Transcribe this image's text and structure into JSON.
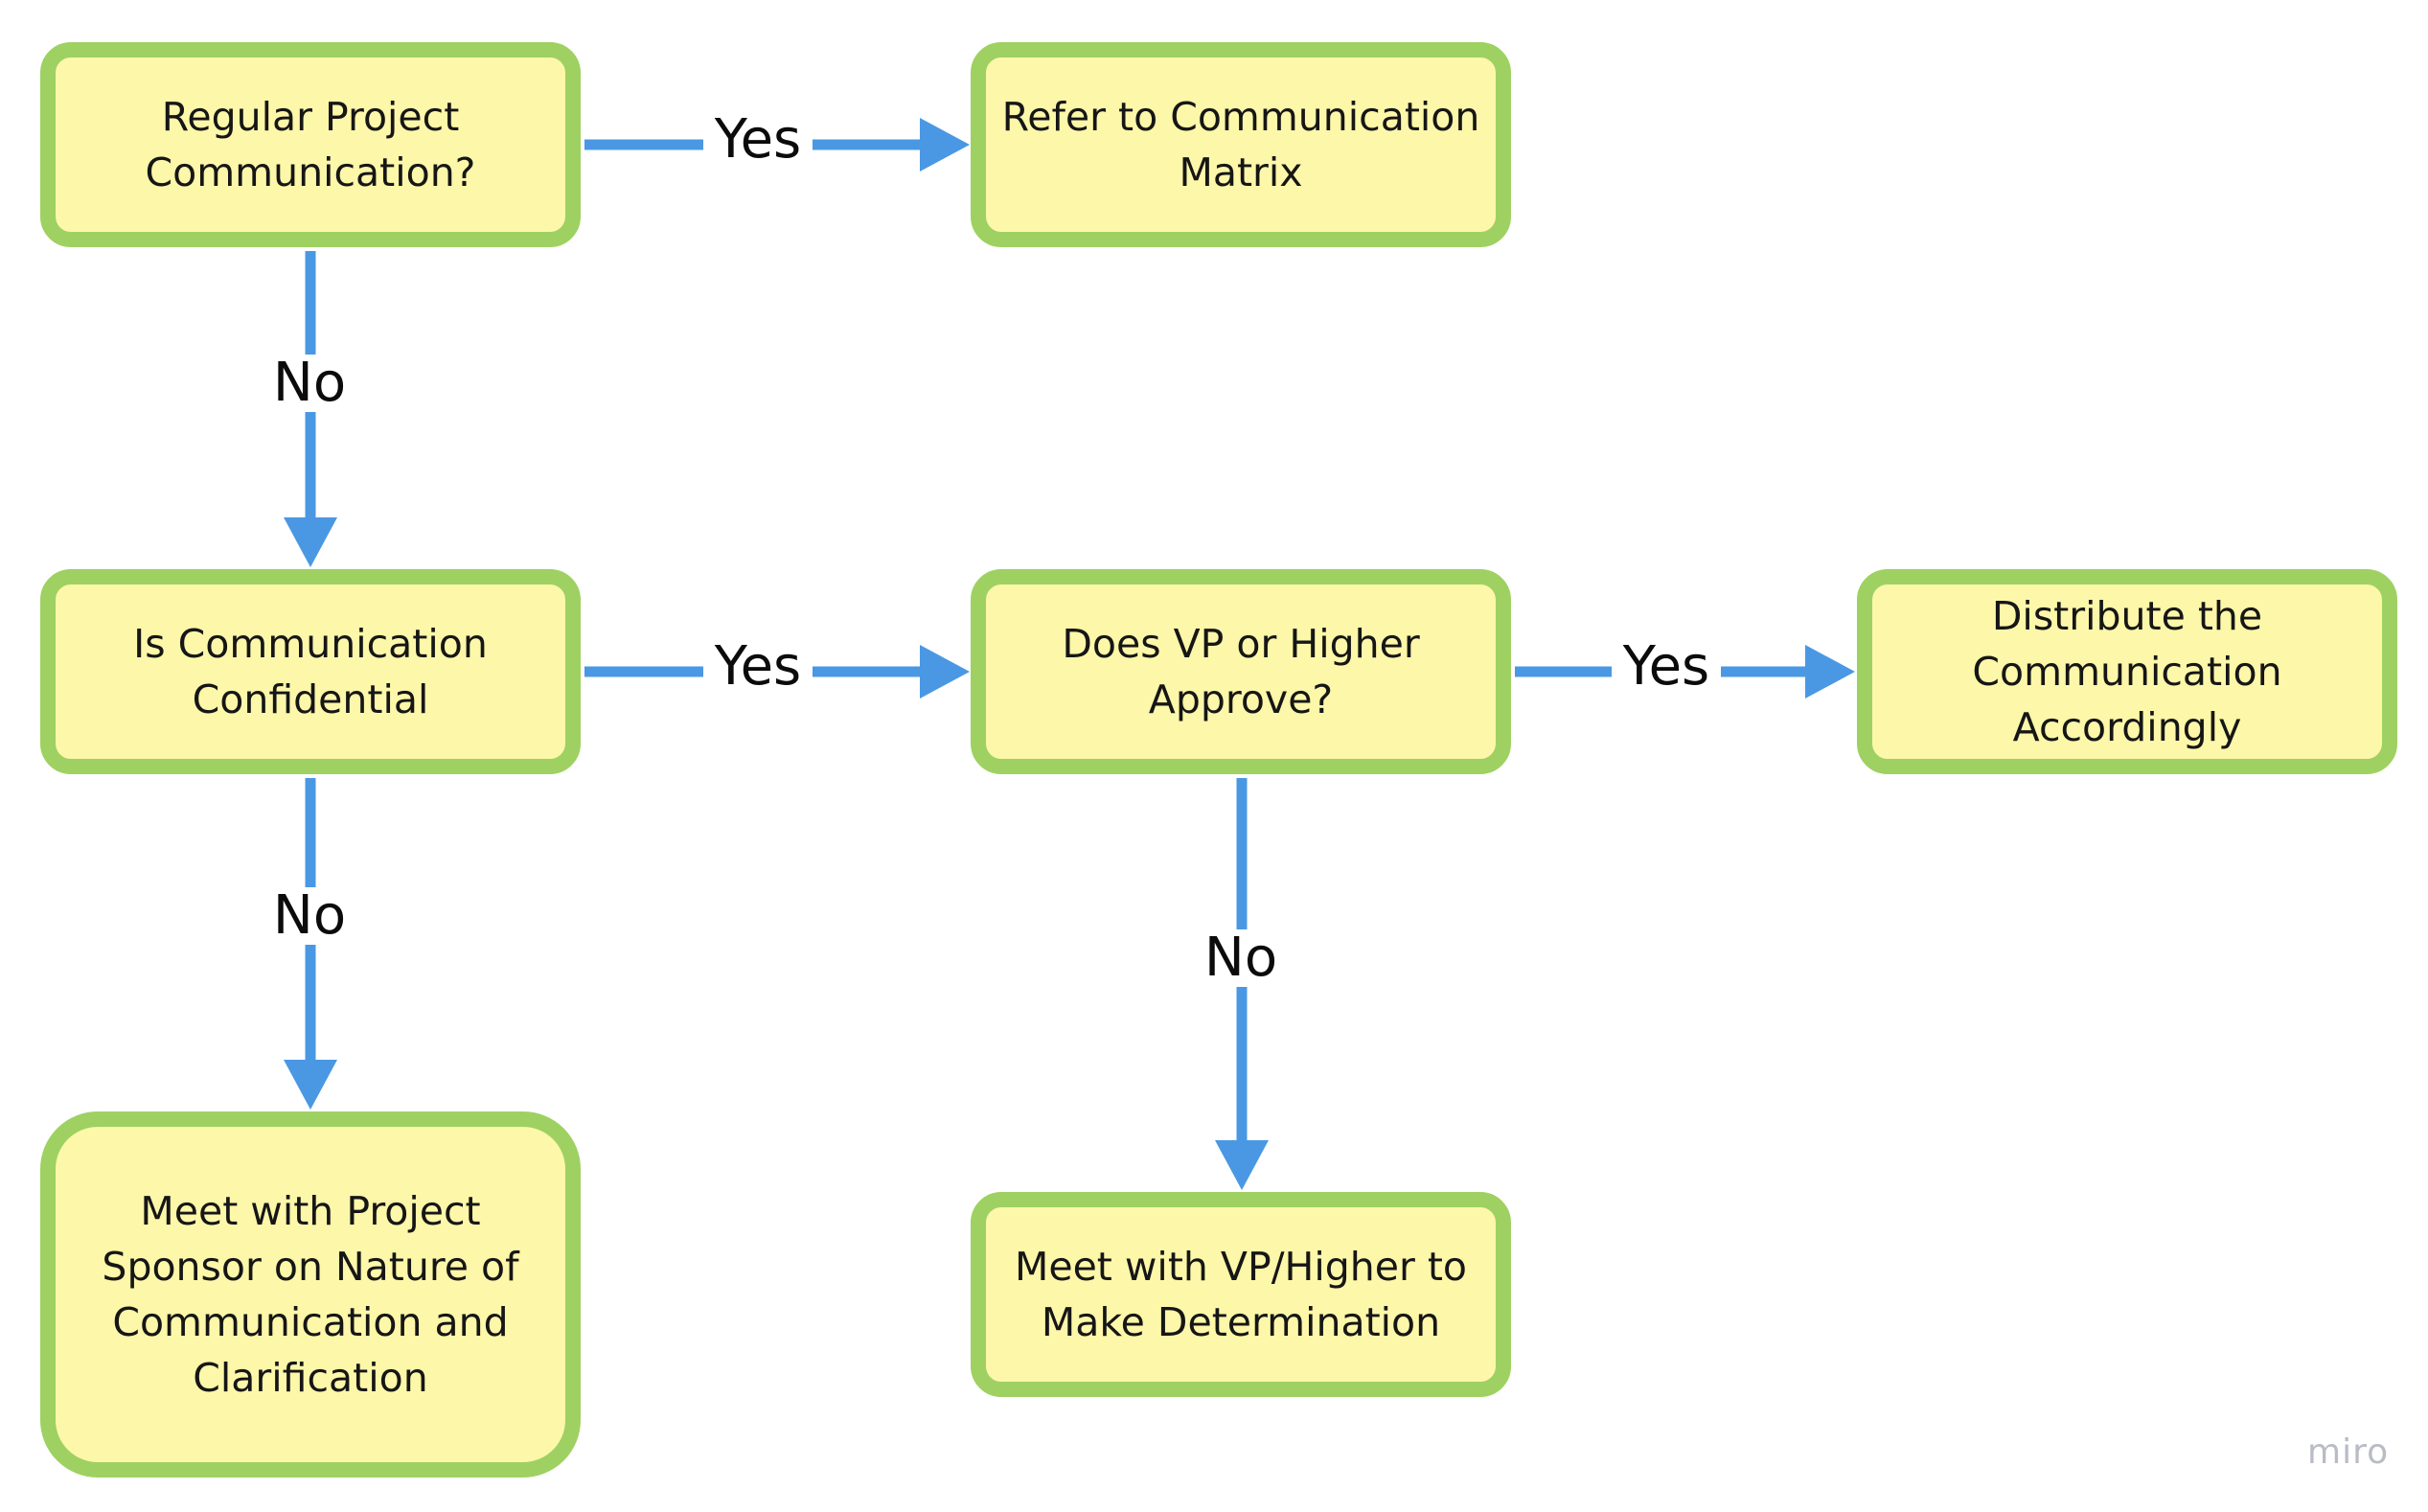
{
  "diagram": {
    "colors": {
      "node_fill": "#fdf7a9",
      "node_border": "#9ed162",
      "arrow": "#4a98e3",
      "label_text": "#0b0b0b",
      "watermark": "#b9bcc4"
    },
    "nodes": {
      "regular_project": "Regular Project Communication?",
      "refer_matrix": "Refer to Communication Matrix",
      "confidential": "Is Communication Confidential",
      "vp_approve": "Does VP or Higher Approve?",
      "distribute": "Distribute the Communication Accordingly",
      "meet_sponsor": "Meet with Project Sponsor on Nature of Communication and Clarification",
      "meet_vp": "Meet with VP/Higher to Make Determination"
    },
    "edges": [
      {
        "id": "e1",
        "from": "regular_project",
        "to": "refer_matrix",
        "label": "Yes"
      },
      {
        "id": "e2",
        "from": "regular_project",
        "to": "confidential",
        "label": "No"
      },
      {
        "id": "e3",
        "from": "confidential",
        "to": "vp_approve",
        "label": "Yes"
      },
      {
        "id": "e4",
        "from": "confidential",
        "to": "meet_sponsor",
        "label": "No"
      },
      {
        "id": "e5",
        "from": "vp_approve",
        "to": "distribute",
        "label": "Yes"
      },
      {
        "id": "e6",
        "from": "vp_approve",
        "to": "meet_vp",
        "label": "No"
      }
    ],
    "watermark": "miro"
  }
}
